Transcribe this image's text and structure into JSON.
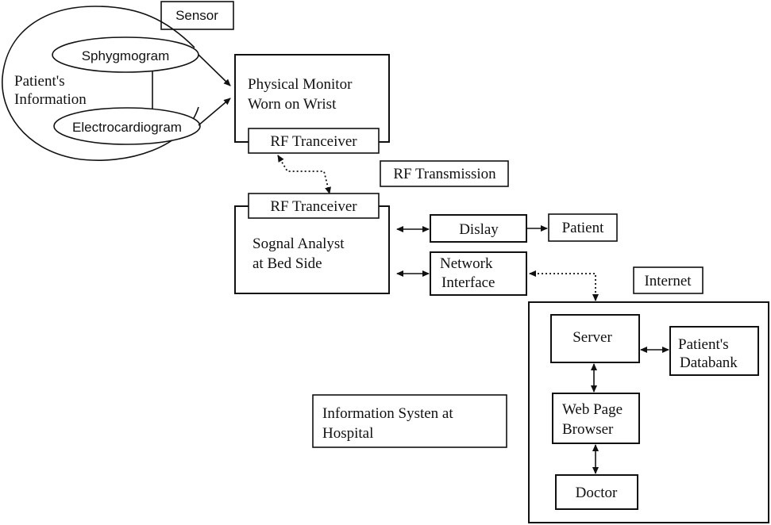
{
  "labels": {
    "sensor": "Sensor",
    "patient_info_1": "Patient's",
    "patient_info_2": "Information",
    "sphygmogram": "Sphygmogram",
    "electrocardiogram": "Electrocardiogram",
    "monitor_1": "Physical Monitor",
    "monitor_2": "Worn on Wrist",
    "rf_tranceiver_top": "RF Tranceiver",
    "rf_transmission": "RF Transmission",
    "rf_tranceiver_bottom": "RF Tranceiver",
    "analyst_1": "Sognal Analyst",
    "analyst_2": "at Bed Side",
    "display": "Dislay",
    "patient": "Patient",
    "network_1": "Network",
    "network_2": "Interface",
    "internet": "Internet",
    "server": "Server",
    "databank_1": "Patient's",
    "databank_2": "Databank",
    "browser_1": "Web Page",
    "browser_2": "Browser",
    "doctor": "Doctor",
    "hospital_1": "Information Systen at",
    "hospital_2": "Hospital"
  }
}
